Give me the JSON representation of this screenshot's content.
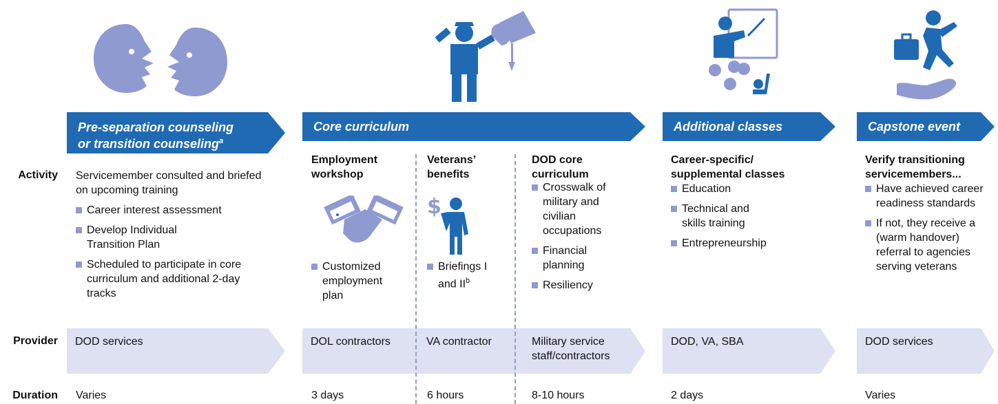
{
  "row_labels": {
    "activity": "Activity",
    "provider": "Provider",
    "duration": "Duration"
  },
  "sections": {
    "pre": {
      "title_line1": "Pre-separation counseling",
      "title_line2": "or transition counseling",
      "title_sup": "a",
      "intro": "Servicemember consulted and briefed on upcoming training",
      "bullets": [
        "Career interest assessment",
        "Develop Individual Transition Plan",
        "Scheduled to participate in core curriculum and additional 2-day tracks"
      ],
      "provider": "DOD services",
      "duration": "Varies"
    },
    "core": {
      "title": "Core curriculum",
      "employment": {
        "head": "Employment workshop",
        "bullet": "Customized employment plan",
        "provider": "DOL contractors",
        "duration": "3 days"
      },
      "veterans": {
        "head": "Veterans’ benefits",
        "bullet": "Briefings I and II",
        "bullet_sup": "b",
        "provider": "VA contractor",
        "duration": "6 hours"
      },
      "dod": {
        "head": "DOD core curriculum",
        "bullets": [
          "Crosswalk of military and civilian occupations",
          "Financial planning",
          "Resiliency"
        ],
        "provider": "Military service staff/contractors",
        "duration": "8-10 hours"
      }
    },
    "additional": {
      "title": "Additional classes",
      "head": "Career-specific/ supplemental classes",
      "bullets": [
        "Education",
        "Technical and skills training",
        "Entrepreneurship"
      ],
      "provider": "DOD, VA, SBA",
      "duration": "2 days"
    },
    "capstone": {
      "title": "Capstone event",
      "head": "Verify transitioning servicemembers...",
      "bullets": [
        "Have achieved career readiness standards",
        "If not, they receive a (warm handover) referral to agencies serving veterans"
      ],
      "provider": "DOD services",
      "duration": "Varies"
    }
  },
  "colors": {
    "banner": "#1f6ab3",
    "light_arrow": "#dde1f2",
    "icon": "#8f9ad0",
    "icon_dark": "#1f6ab3",
    "bullet": "#8f9ad0"
  },
  "icons": [
    "two-heads-talking-icon",
    "soldier-graduate-icon",
    "teacher-classroom-icon",
    "person-leaping-hand-icon",
    "handshake-icon",
    "veteran-dollar-icon"
  ]
}
